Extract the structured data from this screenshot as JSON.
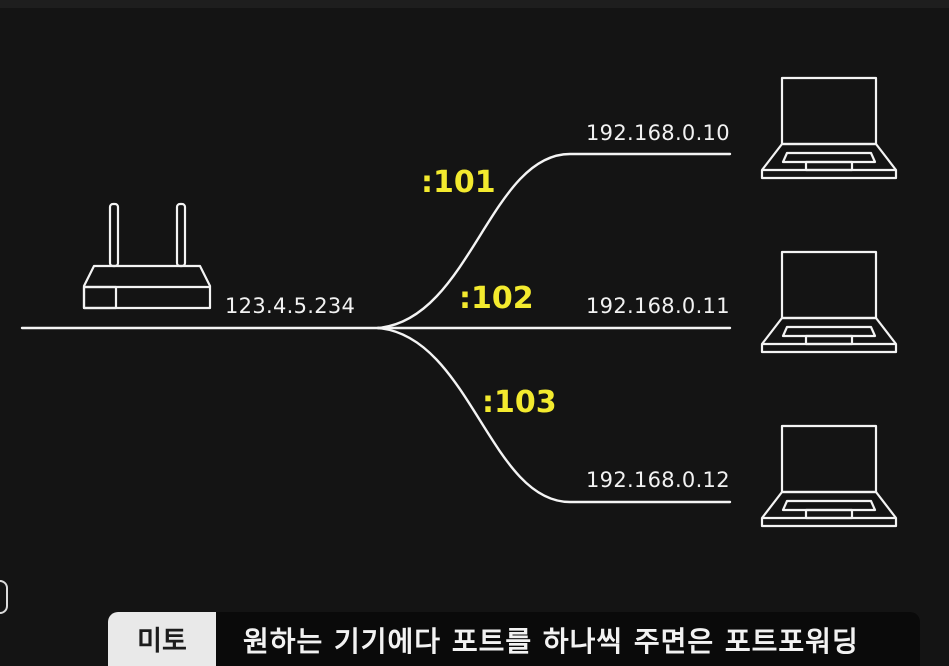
{
  "diagram": {
    "router": {
      "icon": "router-icon",
      "public_ip": "123.4.5.234"
    },
    "ports": [
      ":101",
      ":102",
      ":103"
    ],
    "devices": [
      {
        "icon": "laptop-icon",
        "ip": "192.168.0.10"
      },
      {
        "icon": "laptop-icon",
        "ip": "192.168.0.11"
      },
      {
        "icon": "laptop-icon",
        "ip": "192.168.0.12"
      }
    ],
    "colors": {
      "background": "#141414",
      "line": "#f4f4f4",
      "port_label": "#f3ea2e"
    }
  },
  "subtitle": {
    "speaker": "미토",
    "text": "원하는 기기에다 포트를 하나씩 주면은 포트포워딩"
  }
}
